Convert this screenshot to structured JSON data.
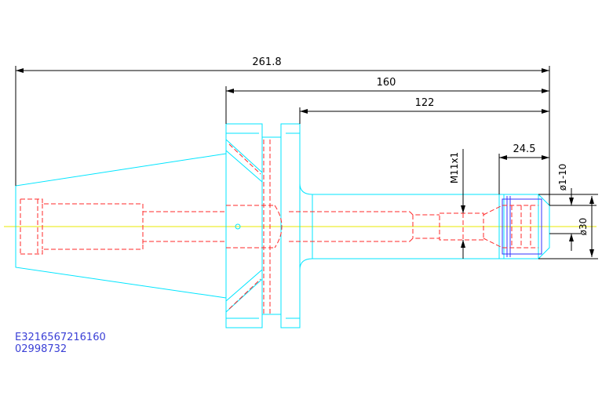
{
  "dimensions": {
    "overall_length": "261.8",
    "flange_to_tip": "160",
    "shank_length": "122",
    "nut_length": "24.5",
    "thread": "M11x1",
    "clamp_range": "ø1-10",
    "nut_diameter": "ø30"
  },
  "part_info": {
    "order_code": "E3216567216160",
    "article_no": "02998732"
  },
  "colors": {
    "outline": "#00e5ff",
    "hidden": "#ff2a2a",
    "centerline": "#e8e800",
    "dimension": "#000000",
    "nut": "#3333ff",
    "text": "#3a3fd6"
  }
}
